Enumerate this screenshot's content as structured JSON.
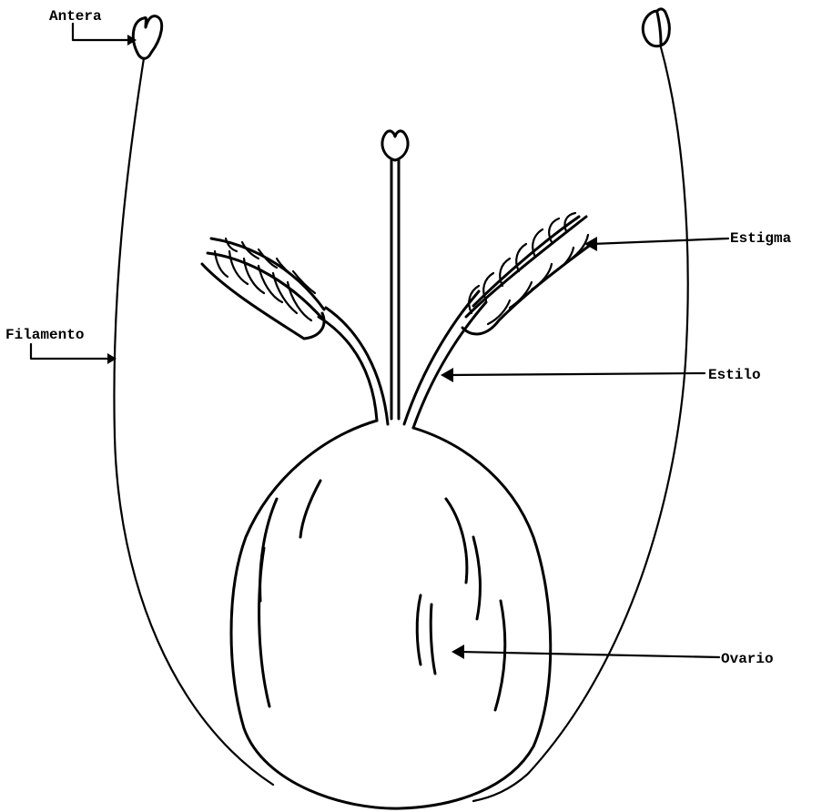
{
  "labels": {
    "anther": "Antera",
    "filament": "Filamento",
    "stigma": "Estigma",
    "style": "Estilo",
    "ovary": "Ovario"
  }
}
